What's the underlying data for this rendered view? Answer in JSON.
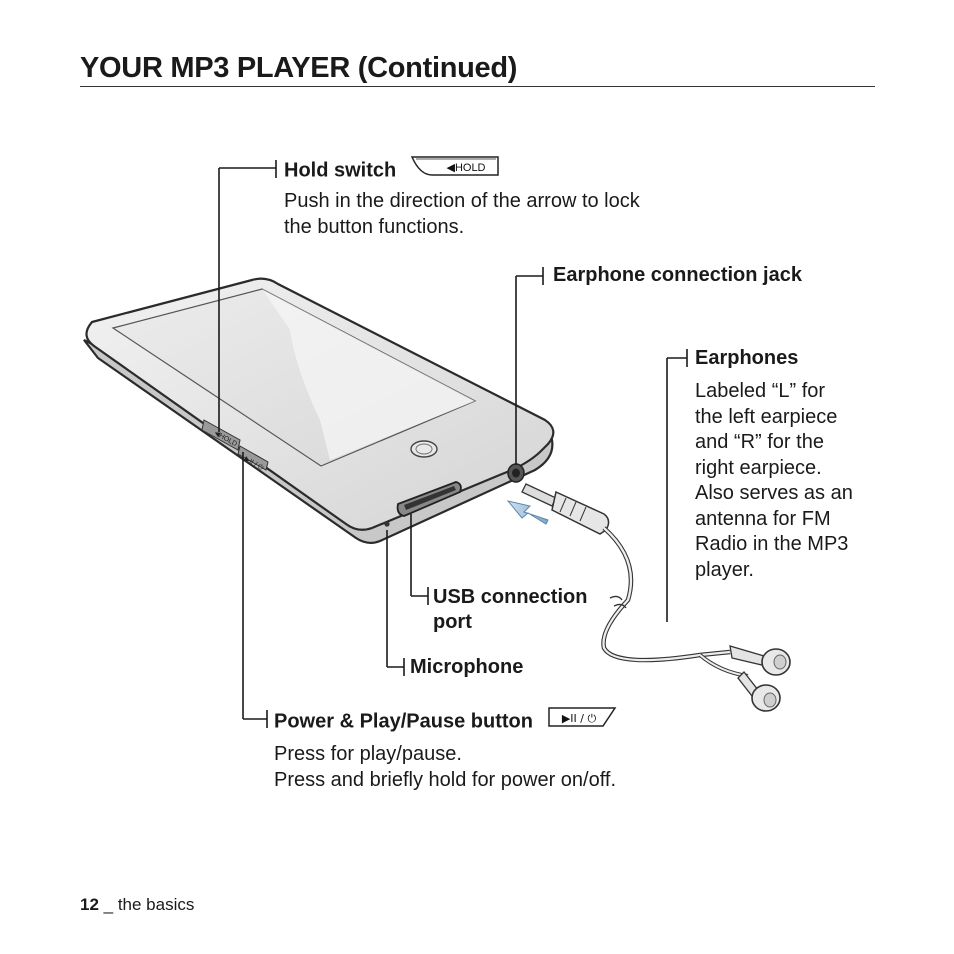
{
  "page": {
    "title": "YOUR MP3 PLAYER (Continued)",
    "page_number": "12",
    "section": "the basics"
  },
  "callouts": {
    "hold_switch": {
      "label": "Hold switch",
      "badge": "◀HOLD",
      "lines": [
        "Push in the direction of the arrow to lock",
        "the button functions."
      ]
    },
    "earphone_jack": {
      "label": "Earphone connection jack"
    },
    "earphones": {
      "label": "Earphones",
      "lines": [
        "Labeled “L” for",
        "the left earpiece",
        "and “R” for the",
        "right earpiece.",
        "Also serves as an",
        "antenna for FM",
        "Radio in the MP3",
        "player."
      ]
    },
    "usb_port": {
      "label_lines": [
        "USB connection",
        "port"
      ]
    },
    "microphone": {
      "label": "Microphone"
    },
    "power_button": {
      "label": "Power & Play/Pause button",
      "badge": "▶II / ⏻",
      "lines": [
        "Press for play/pause.",
        "Press and briefly hold for power on/off."
      ]
    },
    "device_side_labels": {
      "hold": "◀HOLD",
      "power": "▶II / ⏻"
    }
  }
}
